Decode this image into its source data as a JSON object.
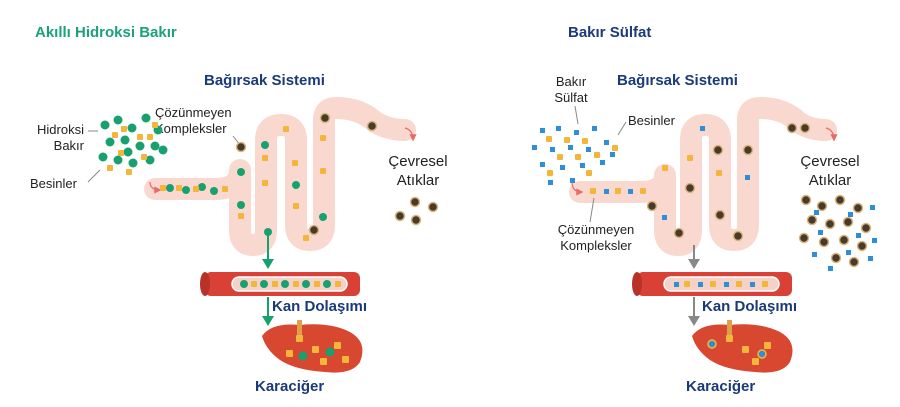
{
  "colors": {
    "green_title": "#1aa27a",
    "navy": "#1a3a78",
    "intestine": "#f9d9cf",
    "vessel": "#d94136",
    "liver": "#d8472f",
    "green_particle": "#19a06f",
    "nutrient": "#f4b63a",
    "complex": "#4b3a2a",
    "copper_sulfate": "#2f8fd6"
  },
  "left_panel": {
    "title": "Akıllı Hidroksi Bakır",
    "intestine_label": "Bağırsak Sistemi",
    "ingredient_label": "Hidroksi\nBakır",
    "nutrient_label": "Besinler",
    "complex_label": "Çözünmeyen\nKompleksler",
    "waste_label": "Çevresel\nAtıklar",
    "blood_label": "Kan Dolaşımı",
    "liver_label": "Karaciğer"
  },
  "right_panel": {
    "title": "Bakır Sülfat",
    "intestine_label": "Bağırsak Sistemi",
    "ingredient_label": "Bakır\nSülfat",
    "nutrient_label": "Besinler",
    "complex_label": "Çözünmeyen\nKompleksler",
    "waste_label": "Çevresel\nAtıklar",
    "blood_label": "Kan Dolaşımı",
    "liver_label": "Karaciğer"
  }
}
